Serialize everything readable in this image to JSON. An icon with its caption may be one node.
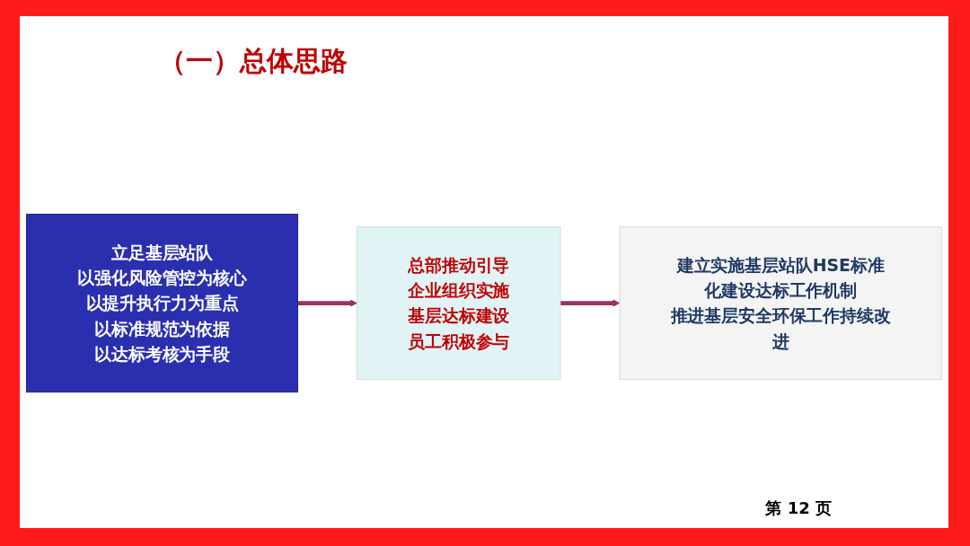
{
  "diagram": {
    "title": "（一）总体思路",
    "nodes": [
      {
        "text": [
          "立足基层站队",
          "以强化风险管控为核心",
          "以提升执行力为重点",
          "以标准规范为依据",
          "以达标考核为手段"
        ]
      },
      {
        "text": [
          "总部推动引导",
          "企业组织实施",
          "基层达标建设",
          "员工积极参与"
        ]
      },
      {
        "text": [
          "建立实施基层站队HSE标准化建设达标工作机制",
          "推进基层安全环保工作持续改进"
        ]
      }
    ],
    "edges": [
      {
        "from": 0,
        "to": 1,
        "arrow": "to"
      },
      {
        "from": 1,
        "to": 2,
        "arrow": "to"
      }
    ],
    "labels": [
      "第 12 页"
    ]
  }
}
